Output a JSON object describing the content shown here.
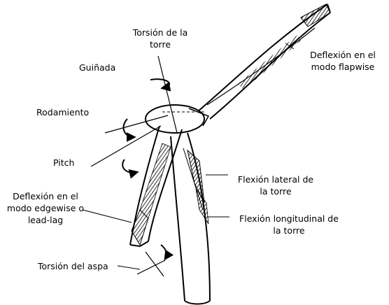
{
  "labels": {
    "torsion_torre": [
      "Torsión de la",
      "torre"
    ],
    "guinada": "Guiñada",
    "deflexion_flapwise": [
      "Deflexión en el",
      "modo flapwise"
    ],
    "rodamiento": "Rodamiento",
    "pitch": "Pitch",
    "flexion_lateral": [
      "Flexión lateral de",
      "la torre"
    ],
    "deflexion_edgewise": [
      "Deflexión en el",
      "modo edgewise o",
      "lead-lag"
    ],
    "flexion_longitudinal": [
      "Flexión longitudinal de",
      "la torre"
    ],
    "torsion_aspa": "Torsión del aspa"
  }
}
